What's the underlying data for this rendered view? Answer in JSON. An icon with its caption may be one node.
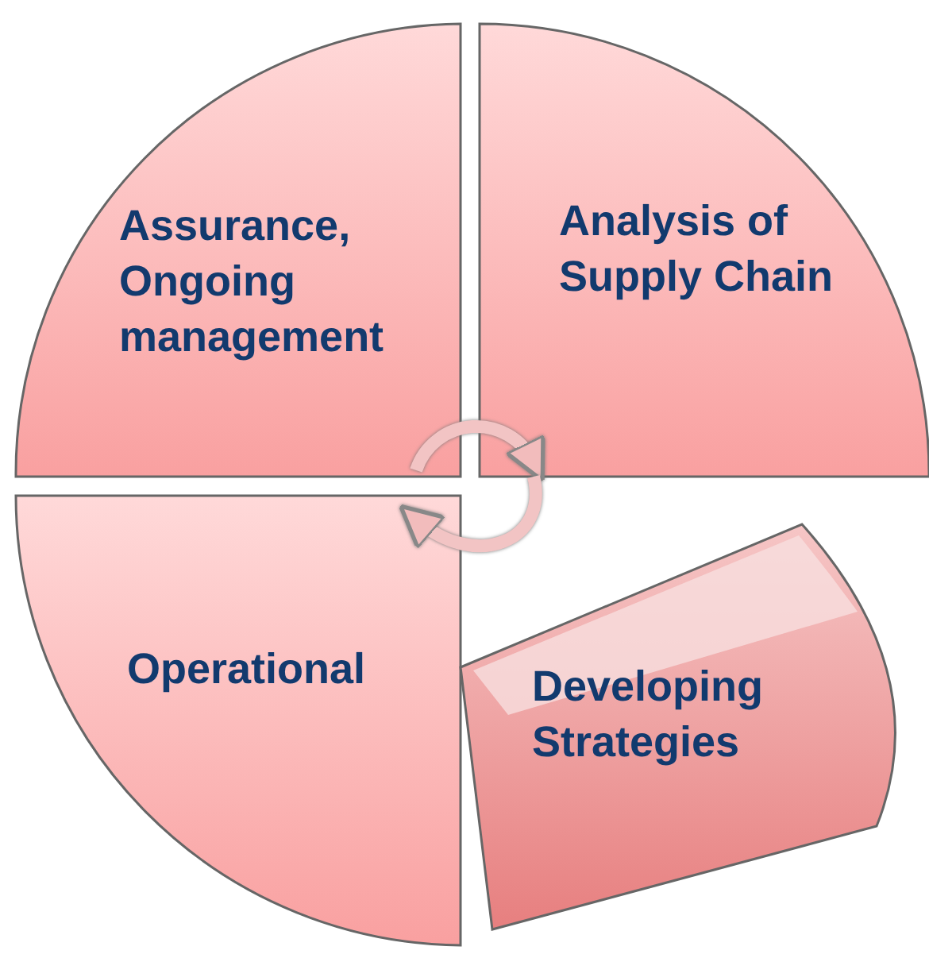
{
  "diagram": {
    "nodes": [
      {
        "text": [
          "Assurance, Ongoing management"
        ]
      },
      {
        "text": [
          "Analysis of Supply Chain"
        ]
      },
      {
        "text": [
          "Operational"
        ]
      },
      {
        "text": [
          "Developing Strategies"
        ]
      }
    ],
    "edges": [
      {
        "from": 0,
        "to": 1,
        "arrow": "to"
      },
      {
        "from": 1,
        "to": 2,
        "arrow": "to"
      }
    ]
  }
}
